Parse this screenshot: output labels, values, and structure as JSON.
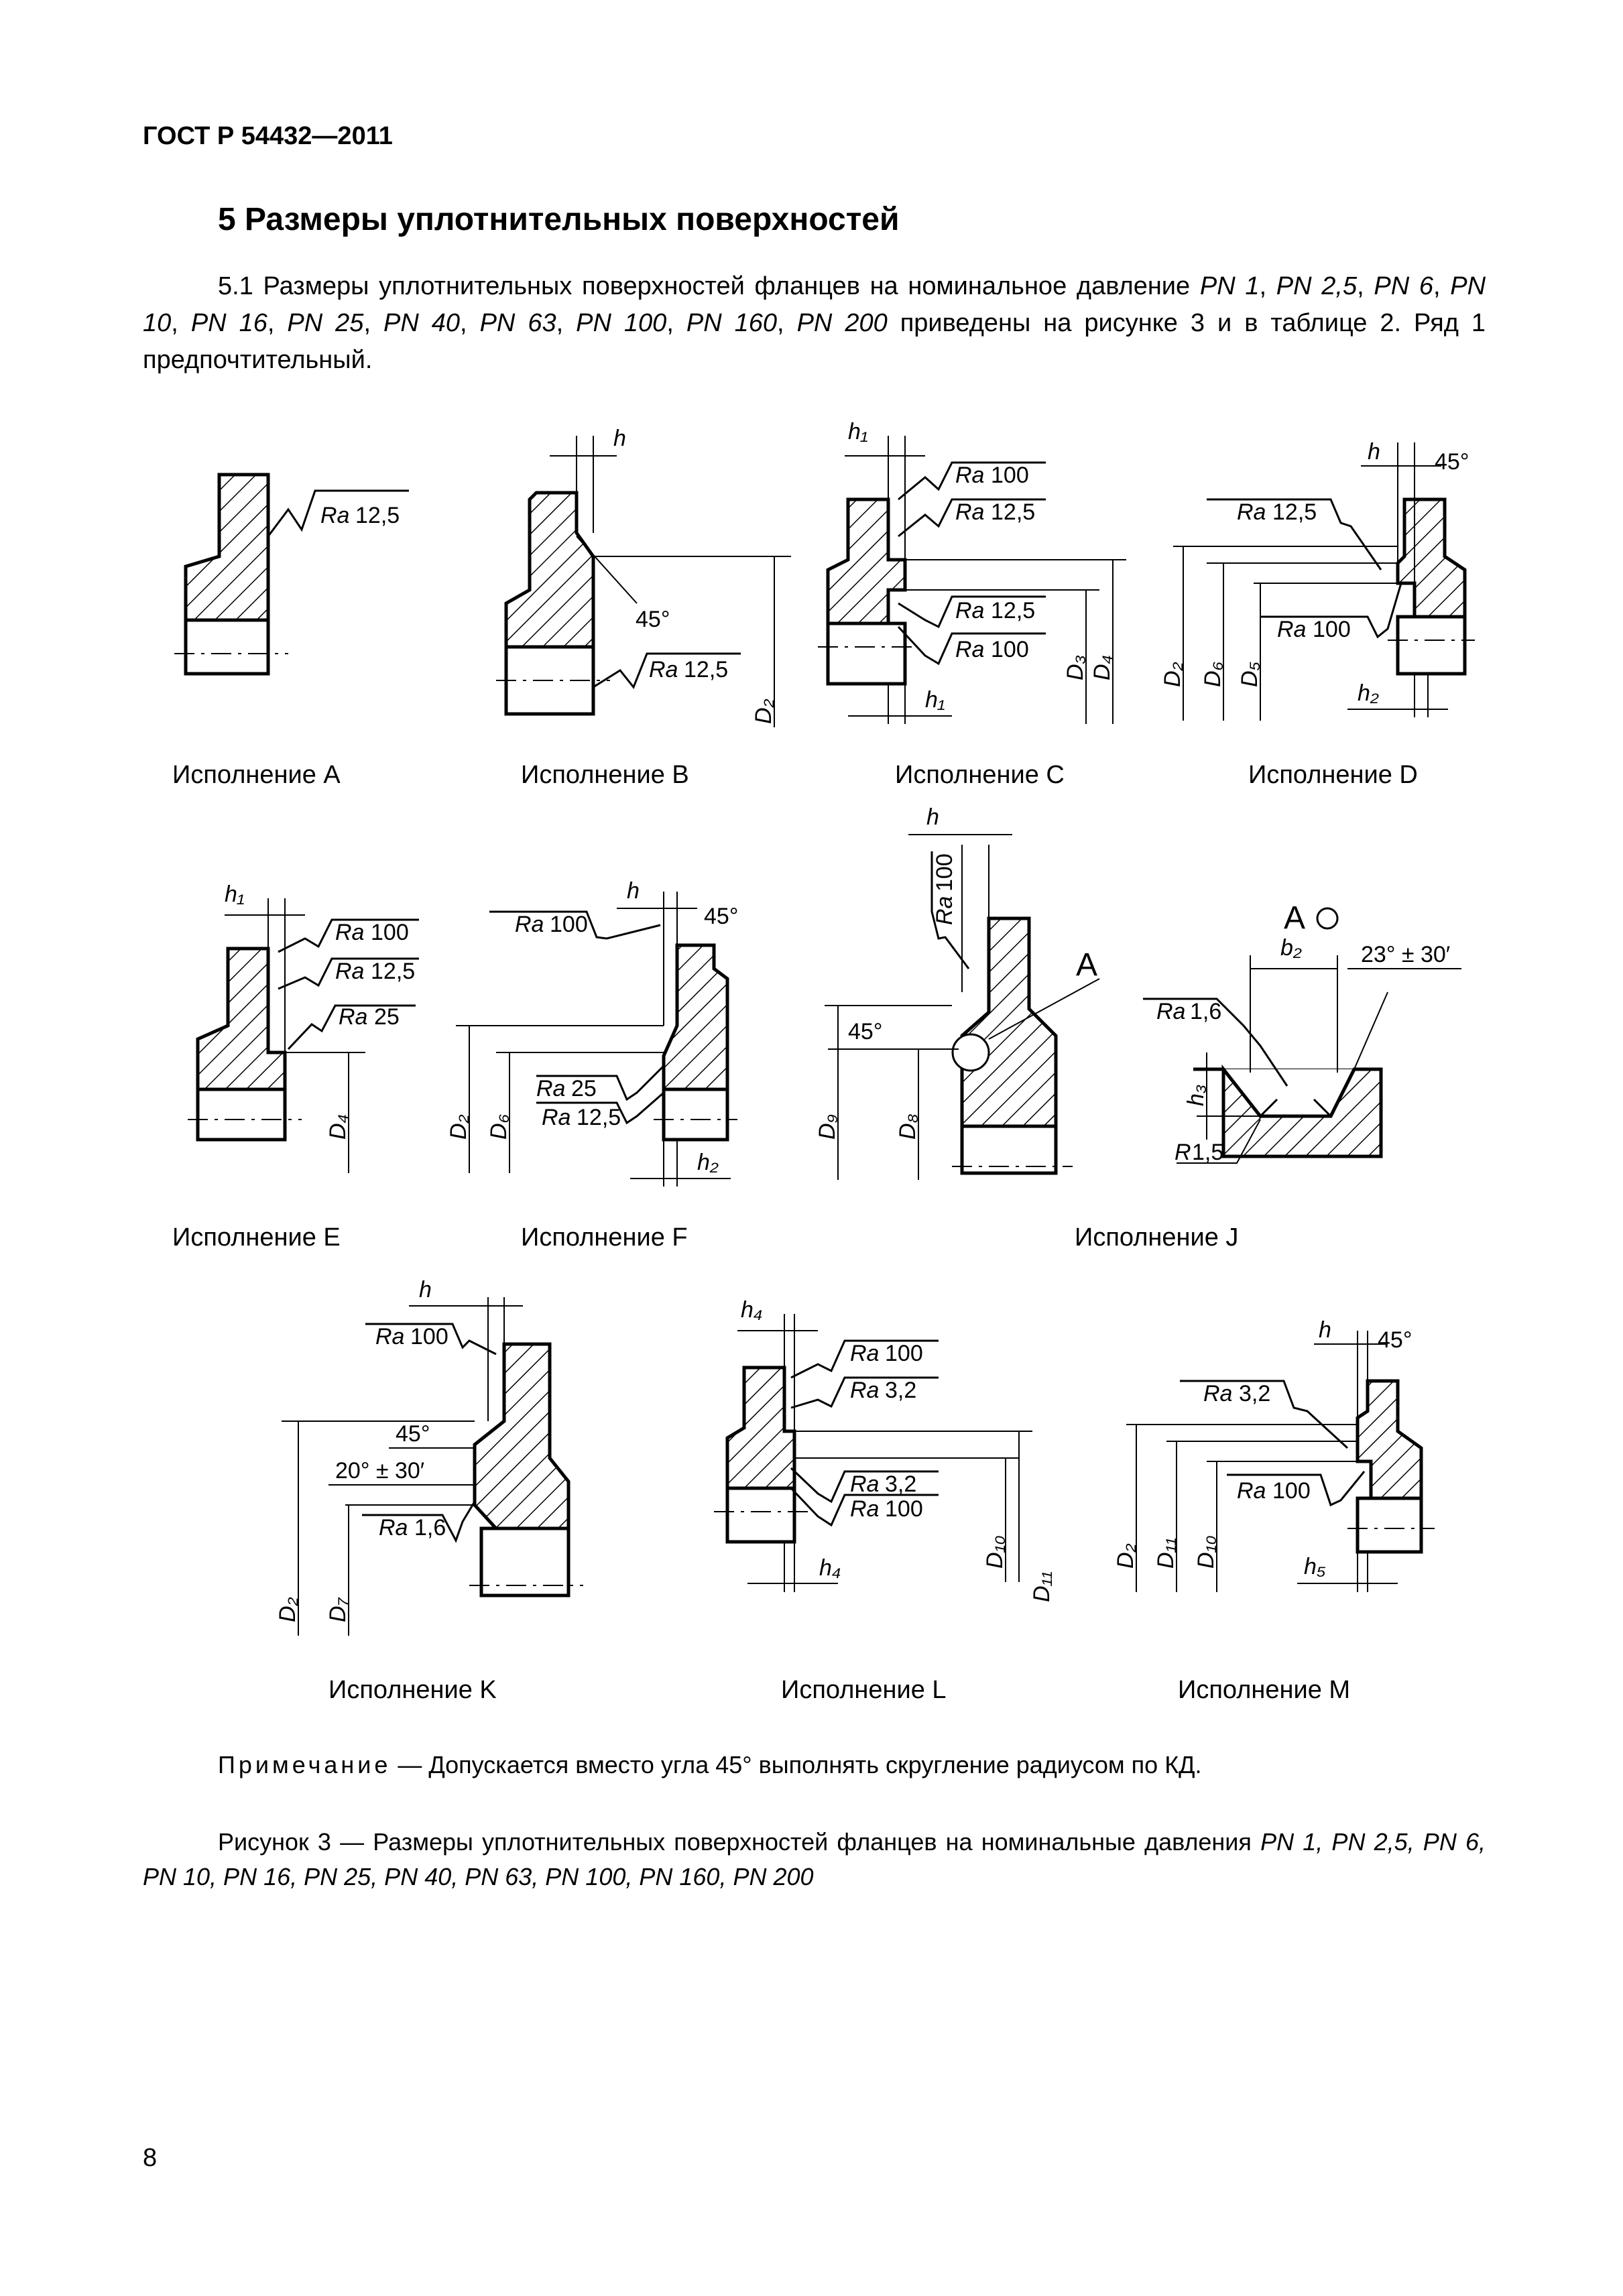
{
  "header": {
    "doc_id": "ГОСТ Р 54432—2011"
  },
  "section": {
    "title": "5 Размеры уплотнительных поверхностей"
  },
  "paragraph": {
    "text_start": "5.1 Размеры уплотнительных поверхностей фланцев на номинальное давление ",
    "text_end": " приведены на рисунке 3 и в таблице 2. Ряд 1 предпочтительный.",
    "pn": [
      "PN 1",
      "PN 2,5",
      "PN 6",
      "PN 10",
      "PN 16",
      "PN 25",
      "PN 40",
      "PN 63",
      "PN 100",
      "PN 160",
      "PN 200"
    ]
  },
  "variants": {
    "a": "Исполнение А",
    "b": "Исполнение В",
    "c": "Исполнение С",
    "d": "Исполнение D",
    "e": "Исполнение Е",
    "f": "Исполнение F",
    "j": "Исполнение J",
    "k": "Исполнение K",
    "l": "Исполнение L",
    "m": "Исполнение М"
  },
  "note": {
    "label": "Примечание",
    "text": " — Допускается вместо угла 45° выполнять скругление радиусом по КД."
  },
  "figure_caption": {
    "prefix": "Рисунок 3 — Размеры уплотнительных поверхностей фланцев на номинальные давления ",
    "pn": "PN 1, PN 2,5, PN 6, PN 10, PN 16, PN 25, PN 40, PN 63, PN 100, PN 160, PN 200"
  },
  "page": {
    "number": "8"
  }
}
